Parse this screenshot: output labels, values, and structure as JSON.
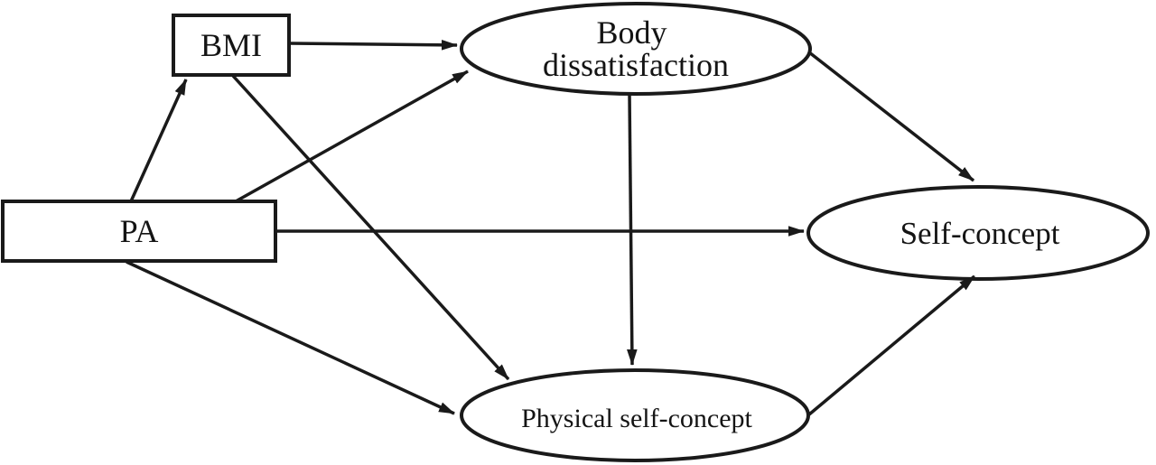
{
  "diagram": {
    "background_color": "#ffffff",
    "line_color": "#1a1a1a",
    "nodes": {
      "bmi": {
        "label": "BMI",
        "shape": "rectangle"
      },
      "pa": {
        "label": "PA",
        "shape": "rectangle"
      },
      "body_dissatisfaction": {
        "label": "Body dissatisfaction",
        "label_lines": [
          "Body",
          "dissatisfaction"
        ],
        "shape": "ellipse"
      },
      "self_concept": {
        "label": "Self-concept",
        "shape": "ellipse"
      },
      "physical_self_concept": {
        "label": "Physical self-concept",
        "shape": "ellipse"
      }
    },
    "edges": [
      {
        "from": "PA",
        "to": "BMI"
      },
      {
        "from": "BMI",
        "to": "Body dissatisfaction"
      },
      {
        "from": "PA",
        "to": "Body dissatisfaction"
      },
      {
        "from": "BMI",
        "to": "Physical self-concept"
      },
      {
        "from": "PA",
        "to": "Self-concept"
      },
      {
        "from": "PA",
        "to": "Physical self-concept"
      },
      {
        "from": "Body dissatisfaction",
        "to": "Self-concept"
      },
      {
        "from": "Body dissatisfaction",
        "to": "Physical self-concept"
      },
      {
        "from": "Physical self-concept",
        "to": "Self-concept"
      }
    ]
  }
}
